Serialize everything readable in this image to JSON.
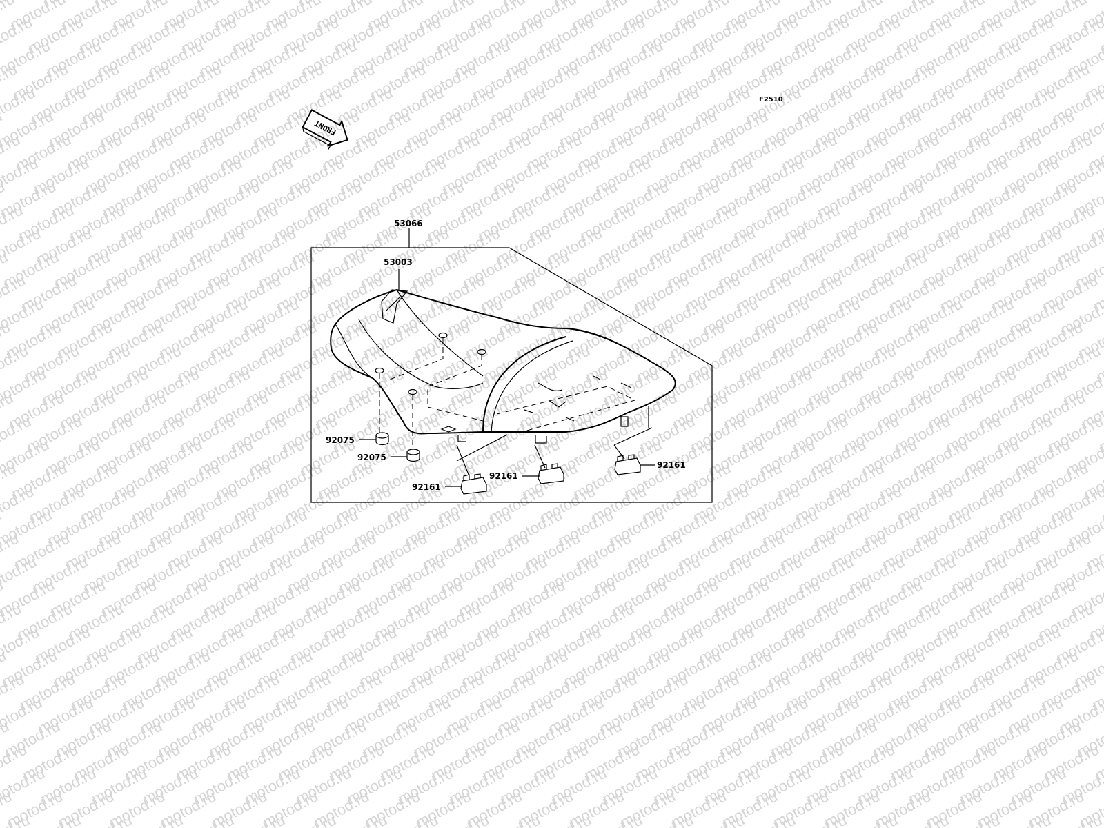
{
  "figure_code": "F2510",
  "front_indicator": {
    "label": "FRONT",
    "icon": "front-arrow-icon"
  },
  "watermark": {
    "text": "motod.ru"
  },
  "parts": [
    {
      "id": "seat-assembly",
      "number": "53066"
    },
    {
      "id": "seat-cover",
      "number": "53003"
    },
    {
      "id": "damper-left",
      "number": "92075"
    },
    {
      "id": "damper-right",
      "number": "92075"
    },
    {
      "id": "clip-front",
      "number": "92161"
    },
    {
      "id": "clip-middle",
      "number": "92161"
    },
    {
      "id": "clip-rear",
      "number": "92161"
    }
  ]
}
